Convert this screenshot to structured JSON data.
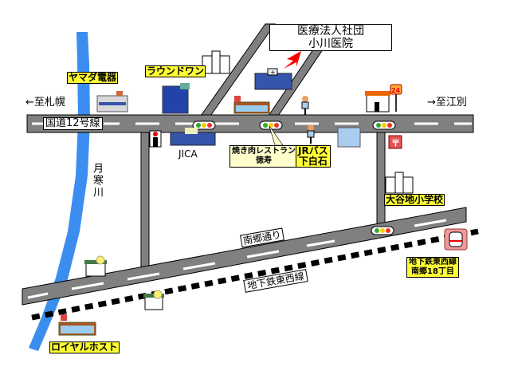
{
  "destination": {
    "title_line1": "医療法人社団",
    "title_line2": "小川医院",
    "marker_color": "#ff0000"
  },
  "roads": {
    "route12": "国道12号線",
    "nango_dori": "南郷通り",
    "subway_line": "地下鉄東西線"
  },
  "directions": {
    "west": "←至札幌",
    "east": "→至江別"
  },
  "river": {
    "name": "月寒川",
    "color": "#3b8ef0"
  },
  "landmarks": {
    "yamada_denki": "ヤマダ電器",
    "round_one": "ラウンドワン",
    "jica": "JICA",
    "yakiniku_line1": "焼き肉レストラン",
    "yakiniku_line2": "徳寿",
    "jr_bus_line1": "JRバス",
    "jr_bus_line2": "下白石",
    "school": "大谷地小学校",
    "station_line1": "地下鉄東西線",
    "station_line2": "南郷18丁目",
    "royal_host": "ロイヤルホスト",
    "convenience_badge": "24"
  },
  "colors": {
    "road": "#808080",
    "road_edge": "#000000",
    "label_yellow": "#ffff33",
    "note_bg": "#ffffcc"
  }
}
